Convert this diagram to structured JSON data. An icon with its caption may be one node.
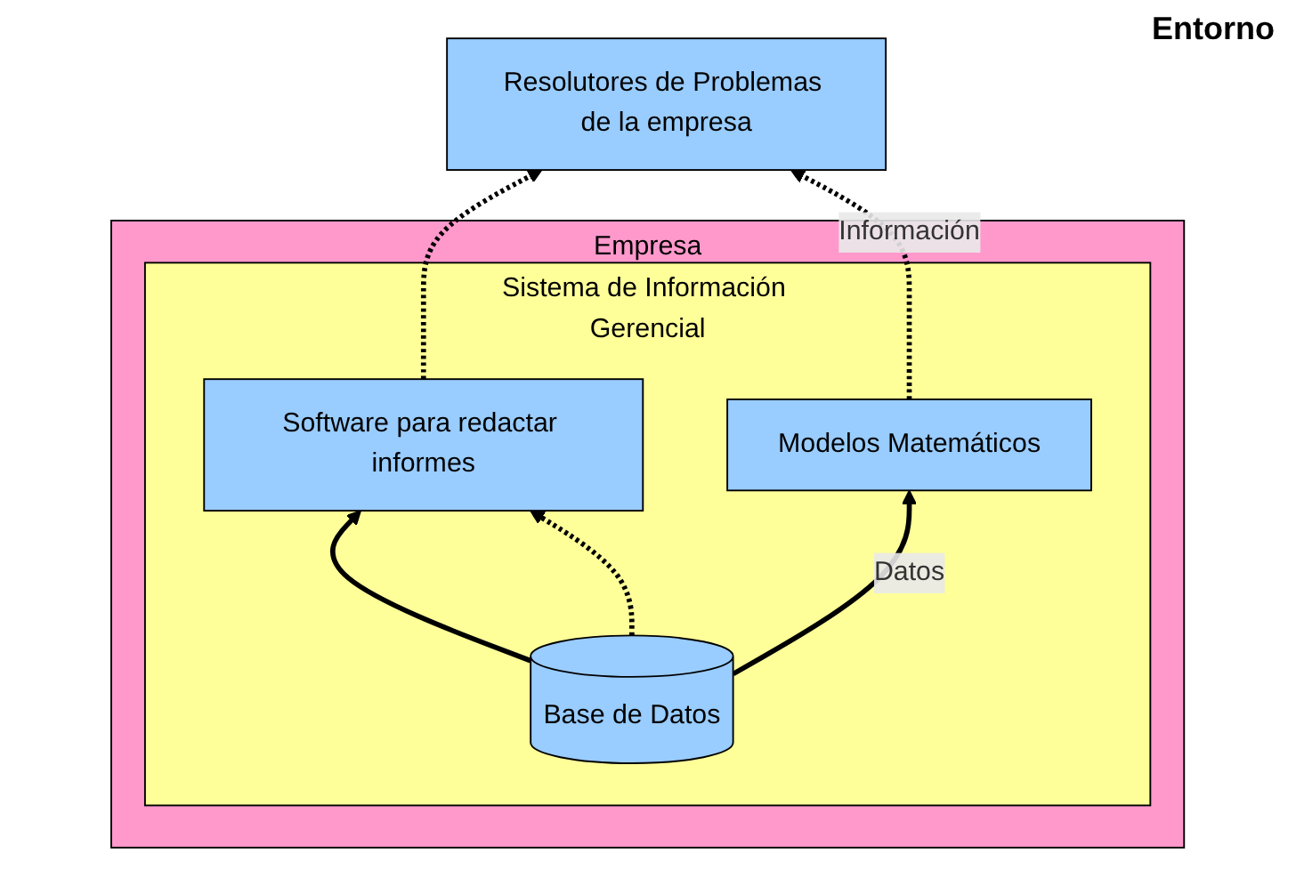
{
  "diagram": {
    "nodes": [
      {
        "text": [
          "Empresa"
        ]
      },
      {
        "text": [
          "Resolutores de Problemas de la empresa"
        ]
      },
      {
        "text": [
          "Sistema de Información Gerencial"
        ],
        "in": 0
      },
      {
        "text": [
          "Software para redactar informes"
        ],
        "in": 2
      },
      {
        "text": [
          "Modelos Matemáticos"
        ],
        "in": 2
      },
      {
        "text": [
          "Base de Datos"
        ],
        "in": 2
      }
    ],
    "edges": [
      {
        "from": 3,
        "to": 1,
        "arrow": "to",
        "style": "dashed"
      },
      {
        "from": 4,
        "to": 1,
        "arrow": "to",
        "style": "dashed",
        "label": "Información"
      },
      {
        "from": 5,
        "to": 3,
        "arrow": "to"
      },
      {
        "from": 5,
        "to": 4,
        "arrow": "to",
        "label": "Datos"
      },
      {
        "from": 5,
        "to": 3,
        "arrow": "to",
        "style": "dashed"
      }
    ],
    "labels": [
      "Entorno"
    ]
  }
}
